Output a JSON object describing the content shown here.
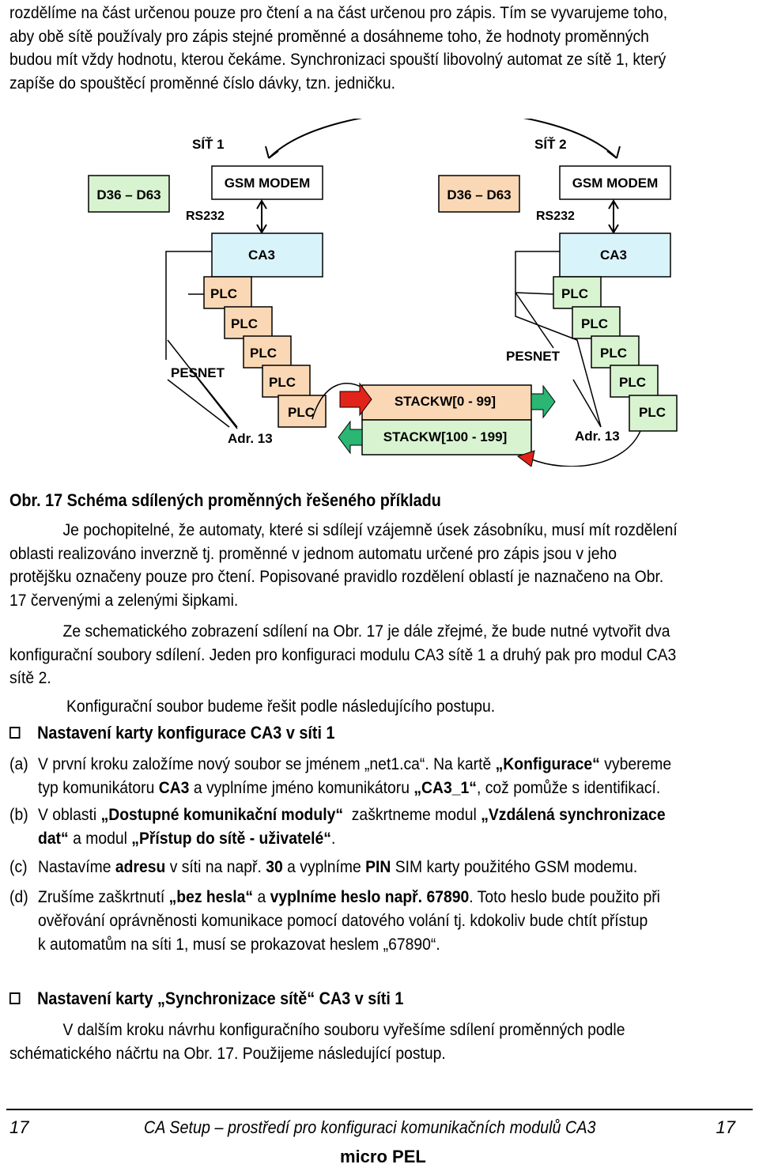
{
  "intro": [
    "rozdělíme na část určenou pouze pro čtení a na část určenou pro zápis. Tím se vyvarujeme toho,",
    "aby obě sítě používaly pro zápis stejné proměnné a dosáhneme toho, že hodnoty proměnných",
    "budou mít vždy hodnotu, kterou čekáme. Synchronizaci spouští libovolný automat ze sítě 1, který",
    "zapíše do spouštěcí proměnné číslo dávky, tzn. jedničku."
  ],
  "diagram": {
    "net1_label": "SÍŤ 1",
    "net2_label": "SÍŤ 2",
    "d_range": "D36 – D63",
    "gsm": "GSM MODEM",
    "rs232": "RS232",
    "ca3": "CA3",
    "plc": "PLC",
    "pesnet": "PESNET",
    "adr": "Adr. 13",
    "stackw1": "STACKW[0 - 99]",
    "stackw2": "STACKW[100 - 199]",
    "colors": {
      "peach": "#FBD8B5",
      "green": "#D8F3D0",
      "blue": "#D9F3FB",
      "arrow_red": "#E2231A",
      "arrow_green": "#2BB673"
    }
  },
  "caption": "Obr. 17 Schéma sdílených proměnných řešeného příkladu",
  "para1": [
    "Je pochopitelné, že automaty, které si sdílejí vzájemně úsek zásobníku, musí mít rozdělení",
    "oblasti realizováno inverzně tj. proměnné v jednom automatu určené pro zápis jsou v jeho",
    "protějšku označeny pouze pro čtení. Popisované pravidlo rozdělení oblastí je naznačeno na Obr.",
    "17 červenými a zelenými šipkami."
  ],
  "para2": [
    "Ze schematického zobrazení sdílení na Obr. 17 je dále zřejmé, že bude nutné vytvořit dva",
    "konfigurační soubory sdílení. Jeden pro konfiguraci modulu CA3 sítě 1 a druhý pak pro modul CA3",
    "sítě 2."
  ],
  "para3": "Konfigurační soubor budeme řešit podle následujícího postupu.",
  "heading1": "Nastavení karty konfigurace CA3 v síti 1",
  "items": {
    "a_label": "(a)",
    "a1": "V první kroku založíme nový soubor se jménem „net1.ca“. Na kartě ",
    "a1b": "„Konfigurace“",
    "a1c": " vybereme",
    "a2": "typ komunikátoru ",
    "a2b": "CA3",
    "a2c": " a vyplníme jméno komunikátoru ",
    "a2d": "„CA3_1“",
    "a2e": ", což pomůže s identifikací.",
    "b_label": "(b)",
    "b1": "V oblasti ",
    "b1b": "„Dostupné komunikační moduly“",
    "b1c": "  zaškrtneme modul ",
    "b1d": "„Vzdálená synchronizace",
    "b2b": "dat“",
    "b2c": " a modul ",
    "b2d": "„Přístup do sítě - uživatelé“",
    "b2e": ".",
    "c_label": "(c)",
    "c1": "Nastavíme ",
    "c1b": "adresu",
    "c1c": " v síti na např. ",
    "c1d": "30",
    "c1e": " a vyplníme ",
    "c1f": "PIN",
    "c1g": " SIM karty použitého GSM modemu.",
    "d_label": "(d)",
    "d1": "Zrušíme zaškrtnutí ",
    "d1b": "„bez hesla“",
    "d1c": " a ",
    "d1d": "vyplníme heslo např. 67890",
    "d1e": ". Toto heslo bude použito při",
    "d2": "ověřování oprávněnosti komunikace pomocí datového volání tj. kdokoliv bude chtít přístup",
    "d3": "k automatům na síti 1, musí se prokazovat heslem „67890“."
  },
  "heading2": "Nastavení karty „Synchronizace sítě“ CA3 v síti 1",
  "para4": [
    "V dalším kroku návrhu konfiguračního souboru vyřešíme sdílení proměnných podle",
    "schématického náčrtu na Obr. 17. Použijeme následující postup."
  ],
  "footer": {
    "page_left": "17",
    "title": "CA Setup – prostředí pro konfiguraci komunikačních modulů CA3",
    "page_right": "17",
    "logo": "micro PEL"
  }
}
